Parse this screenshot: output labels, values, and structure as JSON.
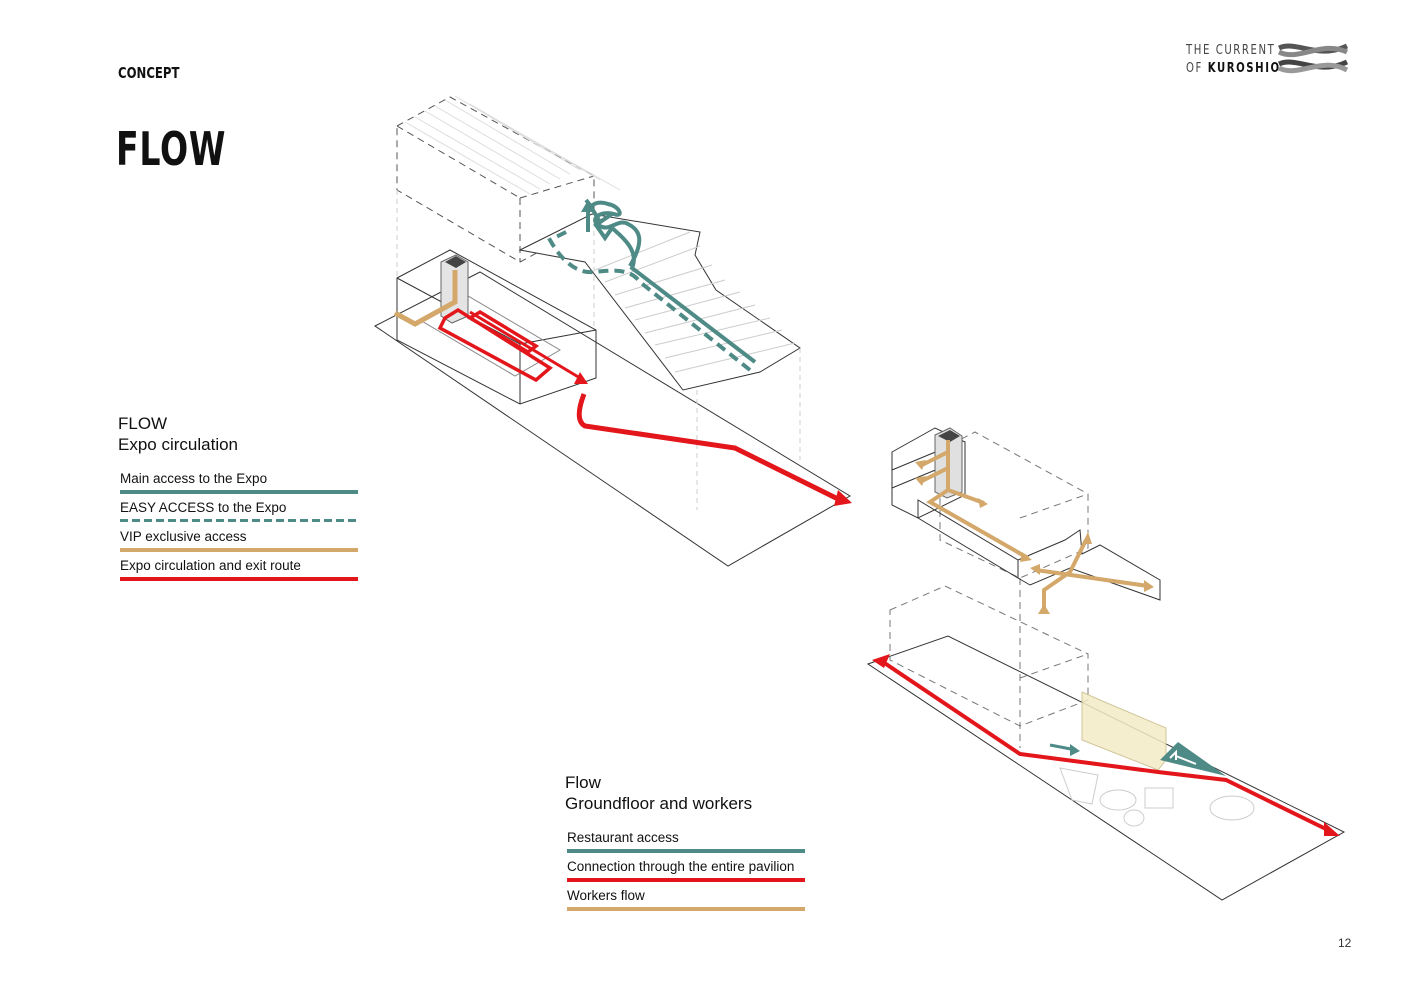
{
  "header": {
    "section": "CONCEPT",
    "title": "FLOW"
  },
  "brand": {
    "line1": "THE CURRENT",
    "line2_prefix": "OF ",
    "line2_strong": "KUROSHIO",
    "logo": "interlaced-wave-logo"
  },
  "colors": {
    "teal": "#4e8a86",
    "tan": "#d3a86a",
    "red": "#e3161b",
    "outline": "#333333",
    "ghost": "#bbbbbb",
    "glass": "#f3ecc6"
  },
  "legend_expo": {
    "title": "FLOW",
    "subtitle": "Expo circulation",
    "items": [
      {
        "label": "Main access to the Expo",
        "color": "#4e8a86",
        "style": "solid"
      },
      {
        "label": "EASY ACCESS to the Expo",
        "color": "#4e8a86",
        "style": "dashed"
      },
      {
        "label": "VIP exclusive access",
        "color": "#d3a86a",
        "style": "solid"
      },
      {
        "label": "Expo circulation and exit route",
        "color": "#e3161b",
        "style": "solid"
      }
    ]
  },
  "legend_ground": {
    "title": "Flow",
    "subtitle": "Groundfloor and workers",
    "items": [
      {
        "label": "Restaurant access",
        "color": "#4e8a86",
        "style": "solid"
      },
      {
        "label": "Connection through the entire pavilion",
        "color": "#e3161b",
        "style": "solid"
      },
      {
        "label": "Workers flow",
        "color": "#d3a86a",
        "style": "solid"
      }
    ]
  },
  "page": {
    "number": "12"
  }
}
